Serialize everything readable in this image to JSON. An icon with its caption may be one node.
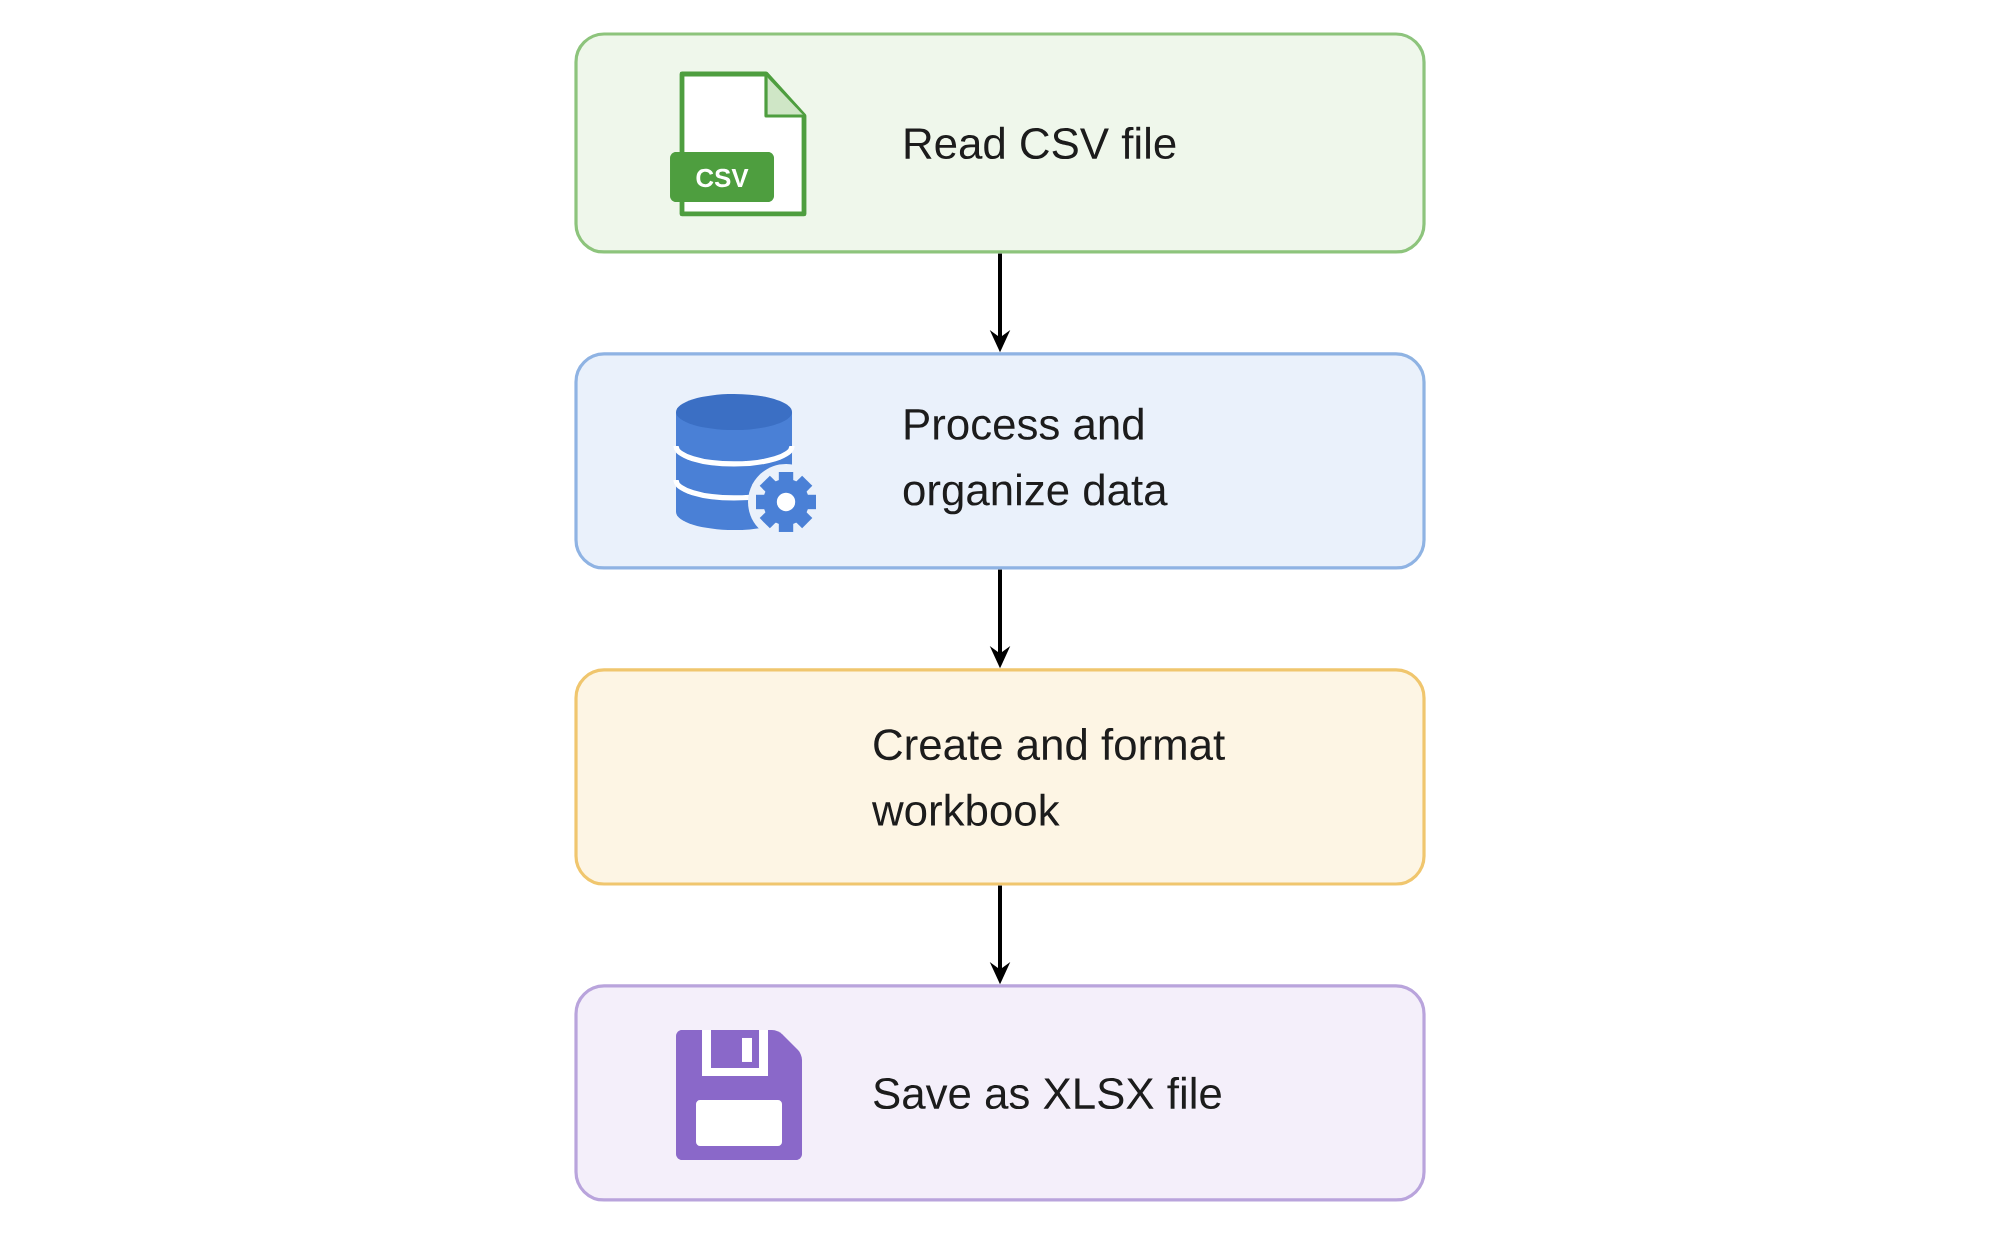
{
  "diagram": {
    "nodes": [
      {
        "text": [
          "Read CSV file"
        ]
      },
      {
        "text": [
          "Process and organize data"
        ]
      },
      {
        "text": [
          "Create and format workbook"
        ]
      },
      {
        "text": [
          "Save as XLSX file"
        ]
      }
    ],
    "edges": [
      {
        "from": 0,
        "to": 1,
        "arrow": "to"
      },
      {
        "from": 1,
        "to": 2,
        "arrow": "to"
      },
      {
        "from": 2,
        "to": 3,
        "arrow": "to"
      }
    ],
    "labels": [
      "CSV"
    ]
  }
}
